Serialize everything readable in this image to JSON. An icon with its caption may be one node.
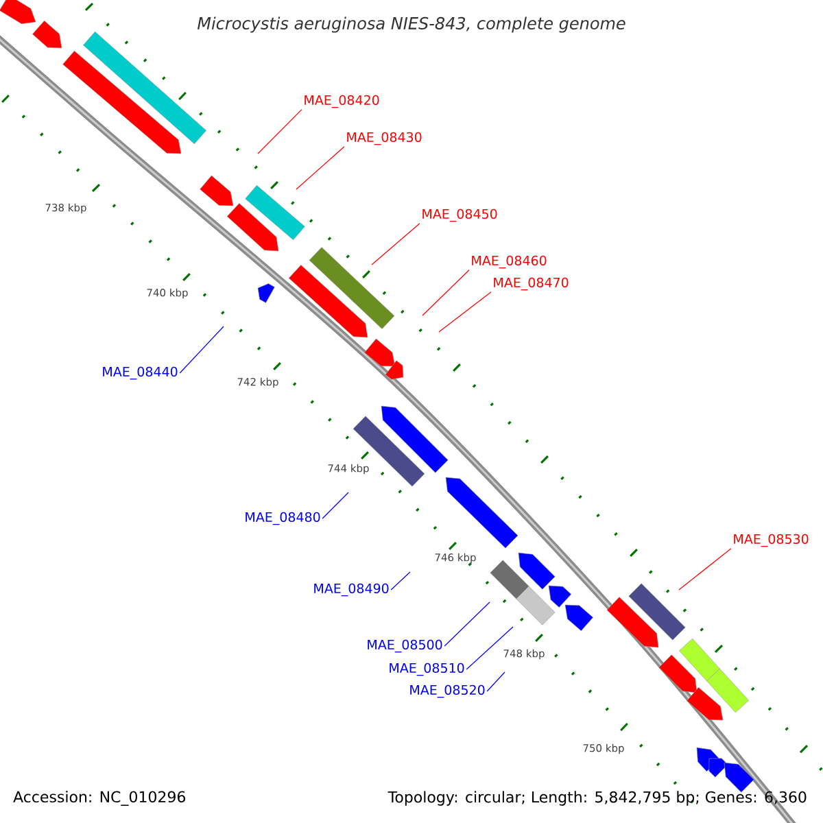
{
  "diagram": {
    "title": "Microcystis aeruginosa NIES-843, complete genome",
    "nodes": [
      {
        "text": [
          "MAE_08420"
        ]
      },
      {
        "text": [
          "MAE_08430"
        ]
      },
      {
        "text": [
          "MAE_08450"
        ]
      },
      {
        "text": [
          "MAE_08460"
        ]
      },
      {
        "text": [
          "MAE_08470"
        ]
      },
      {
        "text": [
          "MAE_08440"
        ]
      },
      {
        "text": [
          "MAE_08480"
        ]
      },
      {
        "text": [
          "MAE_08490"
        ]
      },
      {
        "text": [
          "MAE_08530"
        ]
      },
      {
        "text": [
          "MAE_08500"
        ]
      },
      {
        "text": [
          "MAE_08510"
        ]
      },
      {
        "text": [
          "MAE_08520"
        ]
      }
    ],
    "edges": [
      {
        "from": 0,
        "to": null,
        "arrow": "none",
        "color": "#ff0000"
      },
      {
        "from": 1,
        "to": null,
        "arrow": "none",
        "color": "#ff0000"
      },
      {
        "from": 2,
        "to": null,
        "arrow": "none",
        "color": "#ff0000"
      },
      {
        "from": 3,
        "to": null,
        "arrow": "none",
        "color": "#ff0000"
      },
      {
        "from": 4,
        "to": null,
        "arrow": "none",
        "color": "#ff0000"
      },
      {
        "from": 5,
        "to": null,
        "arrow": "none",
        "color": "#0000ff"
      },
      {
        "from": 6,
        "to": null,
        "arrow": "none",
        "color": "#0000ff"
      },
      {
        "from": 7,
        "to": null,
        "arrow": "none",
        "color": "#0000ff"
      },
      {
        "from": 8,
        "to": null,
        "arrow": "none",
        "color": "#ff0000"
      },
      {
        "from": 9,
        "to": null,
        "arrow": "none",
        "color": "#0000ff"
      },
      {
        "from": 10,
        "to": null,
        "arrow": "none",
        "color": "#0000ff"
      },
      {
        "from": 11,
        "to": null,
        "arrow": "none",
        "color": "#0000ff"
      }
    ],
    "labels": [
      "738 kbp",
      "740 kbp",
      "742 kbp",
      "744 kbp",
      "746 kbp",
      "748 kbp",
      "750 kbp",
      "Accession: NC_010296",
      "Topology: circular; Length: 5,842,795 bp; Genes: 6,360"
    ]
  }
}
